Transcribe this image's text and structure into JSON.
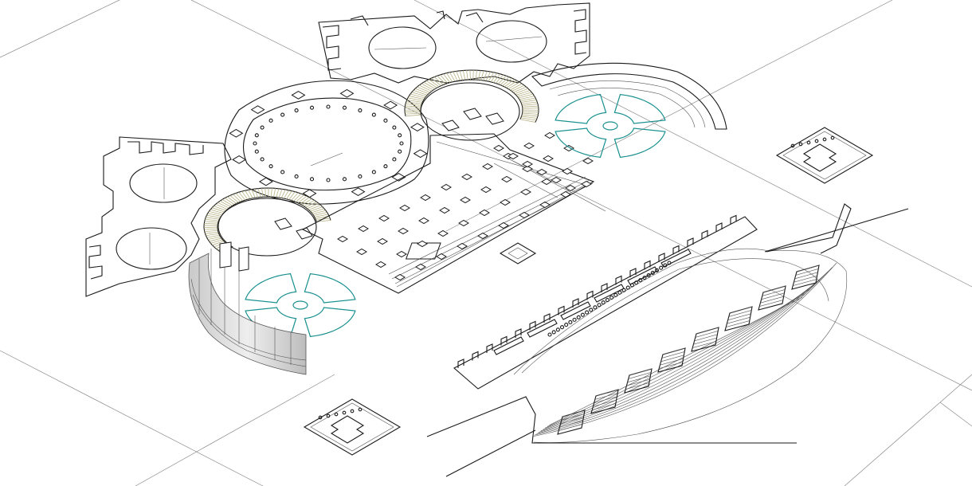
{
  "view": {
    "kind": "isometric-cad-site-plan",
    "background_color": "#ffffff",
    "line_color": "#1a1a1a",
    "accent_color": "#19908f",
    "stair_color": "#b7b286",
    "grid_color": "#8a8a8a"
  },
  "layers": [
    {
      "name": "site-grid"
    },
    {
      "name": "rotunda-halls"
    },
    {
      "name": "exedra-stairs"
    },
    {
      "name": "colonnade-corridor"
    },
    {
      "name": "circular-courtyards"
    },
    {
      "name": "theatre-cavea"
    },
    {
      "name": "extruded-wall"
    },
    {
      "name": "pavilions"
    }
  ]
}
